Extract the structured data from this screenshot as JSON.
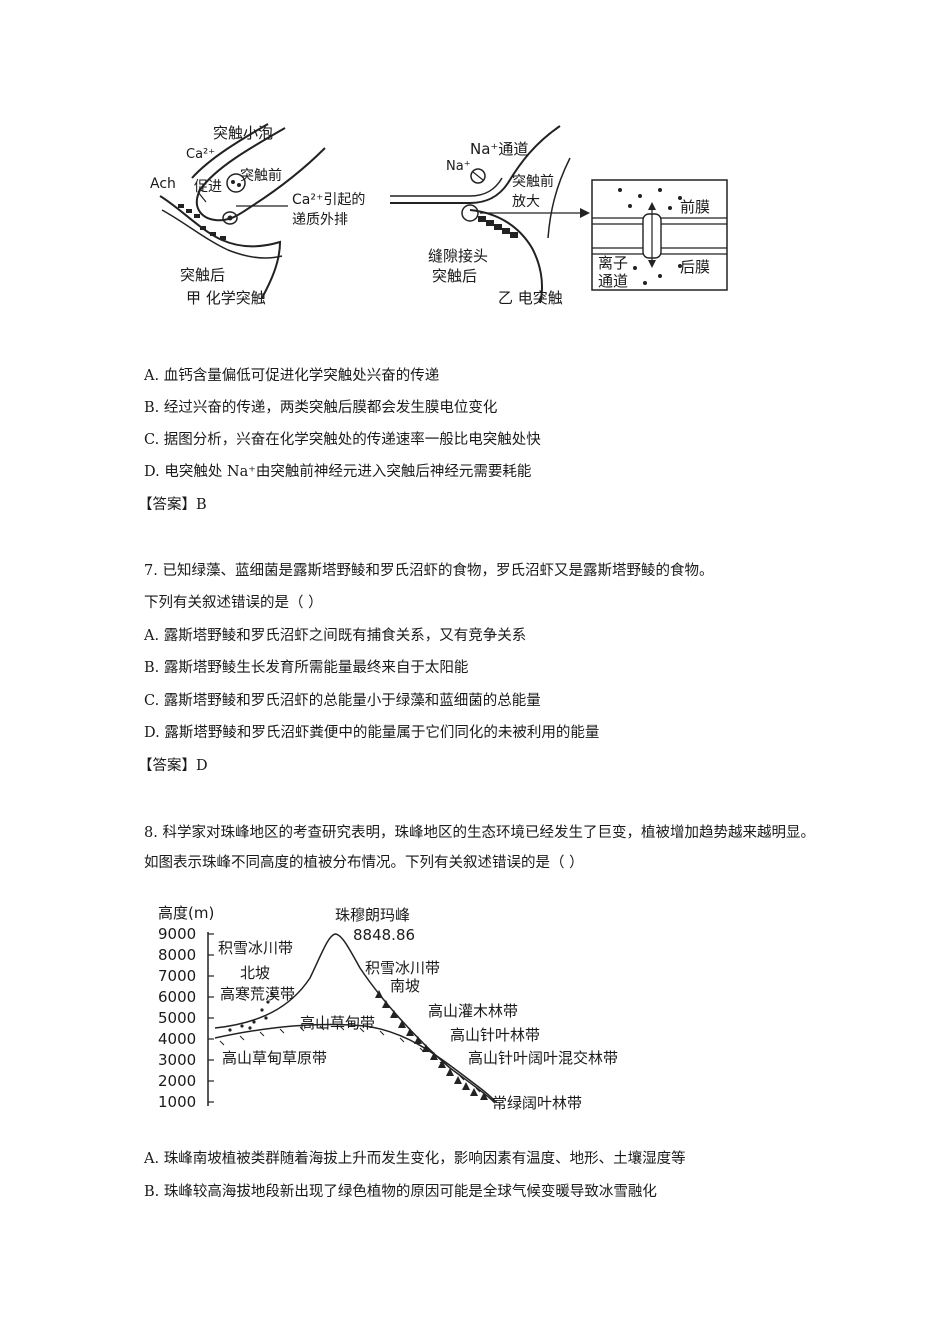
{
  "synapse_figure": {
    "chem": {
      "vesicle": "突触小泡",
      "ca_ion": "Ca²⁺",
      "presyn": "突触前",
      "ach": "Ach",
      "promote": "促进",
      "ca_note_1": "Ca²⁺引起的",
      "ca_note_2": "递质外排",
      "postsyn": "突触后",
      "caption": "甲 化学突触"
    },
    "elec": {
      "na_channel": "Na⁺通道",
      "na_ion": "Na⁺",
      "presyn_1": "突触前",
      "presyn_2": "放大",
      "gap_junction": "缝隙接头",
      "postsyn": "突触后",
      "caption": "乙 电突触",
      "pre_membrane": "前膜",
      "post_membrane": "后膜",
      "ion_channel_1": "离子",
      "ion_channel_2": "通道"
    }
  },
  "q6_options": [
    "A.  血钙含量偏低可促进化学突触处兴奋的传递",
    "B.  经过兴奋的传递，两类突触后膜都会发生膜电位变化",
    "C.  据图分析，兴奋在化学突触处的传递速率一般比电突触处快",
    "D.  电突触处 Na⁺由突触前神经元进入突触后神经元需要耗能"
  ],
  "q6_answer": "【答案】B",
  "q7_stem_1": "7.  已知绿藻、蓝细菌是露斯塔野鲮和罗氏沼虾的食物，罗氏沼虾又是露斯塔野鲮的食物。",
  "q7_stem_2": "下列有关叙述错误的是（        ）",
  "q7_options": [
    "A.  露斯塔野鲮和罗氏沼虾之间既有捕食关系，又有竞争关系",
    "B.  露斯塔野鲮生长发育所需能量最终来自于太阳能",
    "C.  露斯塔野鲮和罗氏沼虾的总能量小于绿藻和蓝细菌的总能量",
    "D.  露斯塔野鲮和罗氏沼虾粪便中的能量属于它们同化的未被利用的能量"
  ],
  "q7_answer": "【答案】D",
  "q8_stem": "8.  科学家对珠峰地区的考查研究表明，珠峰地区的生态环境已经发生了巨变，植被增加趋势越来越明显。如图表示珠峰不同高度的植被分布情况。下列有关叙述错误的是（        ）",
  "mountain_figure": {
    "y_title": "高度(m)",
    "y_ticks": [
      "9000",
      "8000",
      "7000",
      "6000",
      "5000",
      "4000",
      "3000",
      "2000",
      "1000"
    ],
    "peak_name": "珠穆朗玛峰",
    "peak_height": "8848.86",
    "north_snow": "积雪冰川带",
    "north_slope": "北坡",
    "north_desert": "高寒荒漠带",
    "alpine_meadow": "高山草甸带",
    "meadow_steppe": "高山草甸草原带",
    "south_snow": "积雪冰川带",
    "south_slope": "南坡",
    "shrub": "高山灌木林带",
    "conifer": "高山针叶林带",
    "mixed": "高山针叶阔叶混交林带",
    "evergreen": "常绿阔叶林带"
  },
  "q8_options": [
    "A.  珠峰南坡植被类群随着海拔上升而发生变化，影响因素有温度、地形、土壤湿度等",
    "B.  珠峰较高海拔地段新出现了绿色植物的原因可能是全球气候变暖导致冰雪融化"
  ]
}
